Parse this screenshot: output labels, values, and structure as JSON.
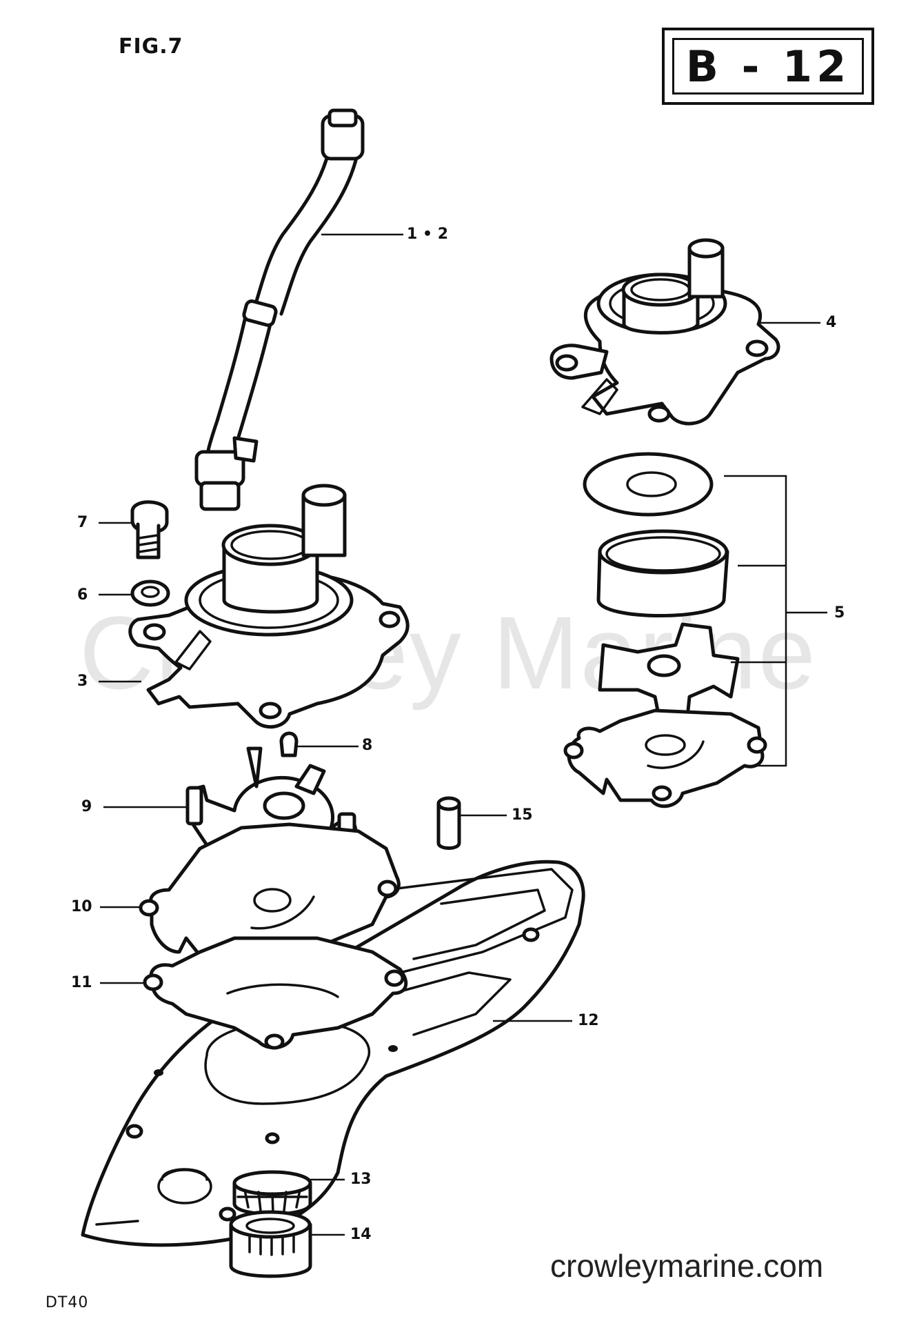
{
  "header": {
    "figure_label": "FIG.7",
    "page_code": "B - 12"
  },
  "watermark": "Crowley Marine",
  "callouts": [
    {
      "id": "c-1-2",
      "label": "1 • 2"
    },
    {
      "id": "c-4",
      "label": "4"
    },
    {
      "id": "c-7",
      "label": "7"
    },
    {
      "id": "c-6",
      "label": "6"
    },
    {
      "id": "c-3",
      "label": "3"
    },
    {
      "id": "c-5",
      "label": "5"
    },
    {
      "id": "c-8",
      "label": "8"
    },
    {
      "id": "c-9",
      "label": "9"
    },
    {
      "id": "c-15",
      "label": "15"
    },
    {
      "id": "c-10",
      "label": "10"
    },
    {
      "id": "c-11",
      "label": "11"
    },
    {
      "id": "c-12",
      "label": "12"
    },
    {
      "id": "c-13",
      "label": "13"
    },
    {
      "id": "c-14",
      "label": "14"
    }
  ],
  "footer": {
    "model": "DT40",
    "website": "crowleymarine.com"
  }
}
